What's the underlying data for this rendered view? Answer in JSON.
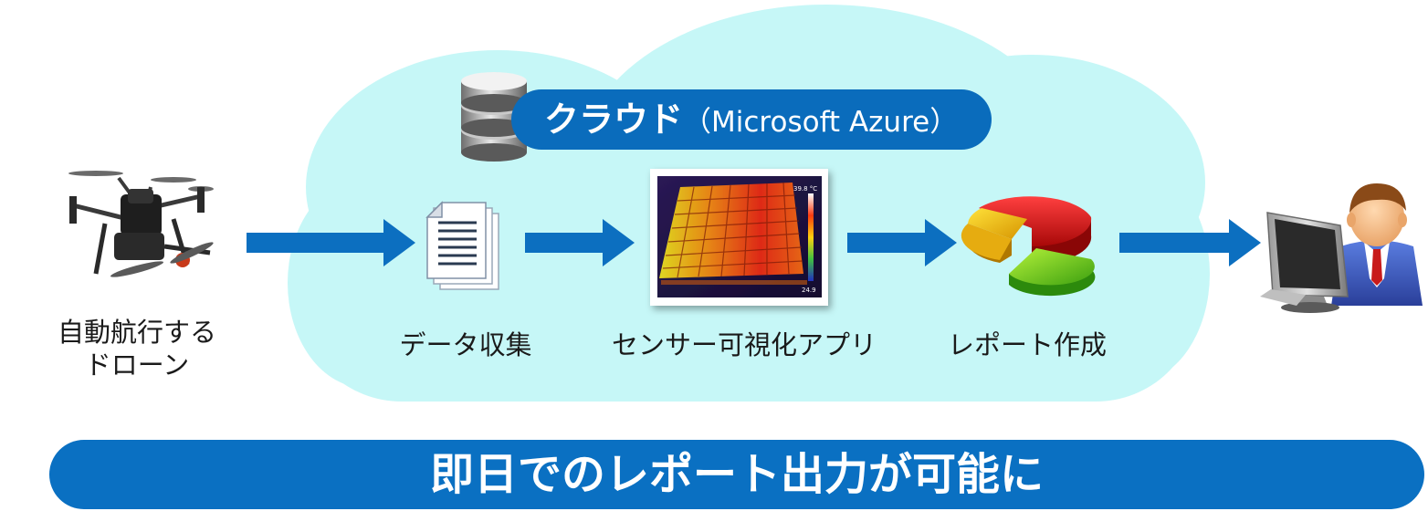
{
  "cloud": {
    "title_main": "クラウド",
    "title_sub": "（Microsoft Azure）"
  },
  "steps": [
    {
      "label_line1": "自動航行する",
      "label_line2": "ドローン"
    },
    {
      "label": "データ収集"
    },
    {
      "label": "センサー可視化アプリ"
    },
    {
      "label": "レポート作成"
    }
  ],
  "thermal": {
    "temp_high": "39.8 °C",
    "temp_low": "24.9"
  },
  "banner": {
    "text": "即日でのレポート出力が可能に"
  },
  "colors": {
    "cloud_fill": "#c6f7f7",
    "accent_blue": "#0a6cbc",
    "arrow_blue": "#0c6fc0"
  }
}
